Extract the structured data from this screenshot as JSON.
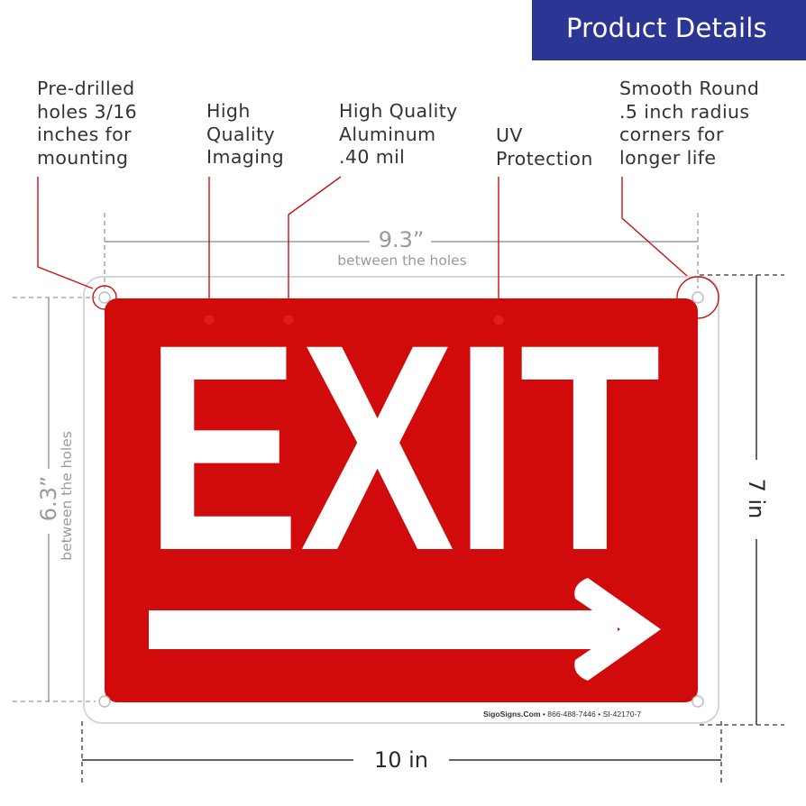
{
  "header": {
    "title": "Product Details"
  },
  "callouts": {
    "holes": "Pre-drilled\nholes 3/16\ninches for\nmounting",
    "imaging": "High\nQuality\nImaging",
    "aluminum": "High Quality\nAluminum\n.40 mil",
    "uv": "UV\nProtection",
    "corners": "Smooth Round\n.5 inch radius\ncorners for\nlonger life"
  },
  "dimensions": {
    "hole_width_value": "9.3”",
    "hole_width_label": "between the holes",
    "hole_height_value": "6.3”",
    "hole_height_label": "between the holes",
    "sign_height": "7 in",
    "sign_width": "10 in"
  },
  "sign": {
    "text": "EXIT",
    "footer_brand": "SigoSigns.Com",
    "footer_info": " • 866-488-7446 • SI-42170-7",
    "colors": {
      "background": "#d10a0b",
      "text": "#ffffff"
    }
  },
  "colors": {
    "banner": "#2b3593",
    "leader": "#cc1111",
    "dimension": "#9a9a9a"
  }
}
